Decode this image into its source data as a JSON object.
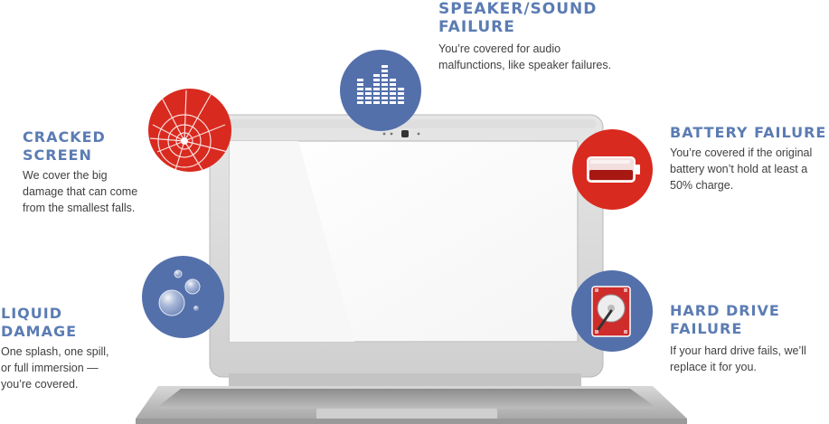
{
  "features": {
    "speaker": {
      "title_line1": "SPEAKER/SOUND",
      "title_line2": "FAILURE",
      "desc_line1": "You’re covered for audio",
      "desc_line2": "malfunctions, like speaker failures.",
      "icon": "equalizer-icon"
    },
    "cracked": {
      "title_line1": "CRACKED",
      "title_line2": "SCREEN",
      "desc_line1": "We cover the big",
      "desc_line2": "damage that can come",
      "desc_line3": "from the smallest falls.",
      "icon": "cracked-glass-icon"
    },
    "battery": {
      "title_line1": "BATTERY FAILURE",
      "desc_line1": "You’re covered if the original",
      "desc_line2": "battery won’t hold at least a",
      "desc_line3": "50% charge.",
      "icon": "battery-icon"
    },
    "liquid": {
      "title_line1": "LIQUID",
      "title_line2": "DAMAGE",
      "desc_line1": "One splash, one spill,",
      "desc_line2": "or full immersion —",
      "desc_line3": "you’re covered.",
      "icon": "water-droplets-icon"
    },
    "harddrive": {
      "title_line1": "HARD DRIVE",
      "title_line2": "FAILURE",
      "desc_line1": "If your hard drive fails, we’ll",
      "desc_line2": "replace it for you.",
      "icon": "hard-drive-icon"
    }
  },
  "colors": {
    "heading_blue": "#5b7cb3",
    "circle_blue": "#5470ab",
    "circle_red": "#d92a20",
    "body_text": "#3f3f3f"
  }
}
